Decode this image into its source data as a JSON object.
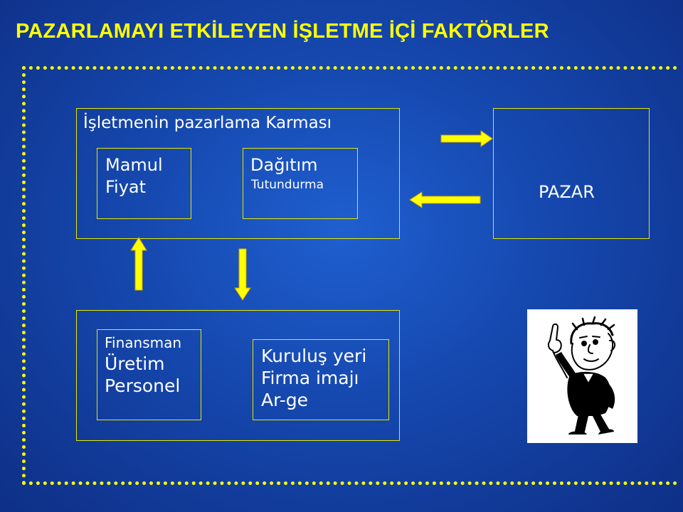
{
  "title": "PAZARLAMAYI ETKİLEYEN İŞLETME İÇİ FAKTÖRLER",
  "mix": {
    "heading": "İşletmenin pazarlama Karması",
    "box1": [
      "Mamul",
      "Fiyat"
    ],
    "box2": [
      "Dağıtım",
      "Tutundurma"
    ]
  },
  "market": {
    "label": "PAZAR"
  },
  "internal": {
    "box1": [
      "Finansman",
      "Üretim",
      "Personel"
    ],
    "box2": [
      "Kuruluş yeri",
      "Firma imajı",
      "Ar-ge"
    ]
  },
  "colors": {
    "accent": "#ffff00",
    "background": "#1547ad",
    "text": "#ffffff"
  }
}
